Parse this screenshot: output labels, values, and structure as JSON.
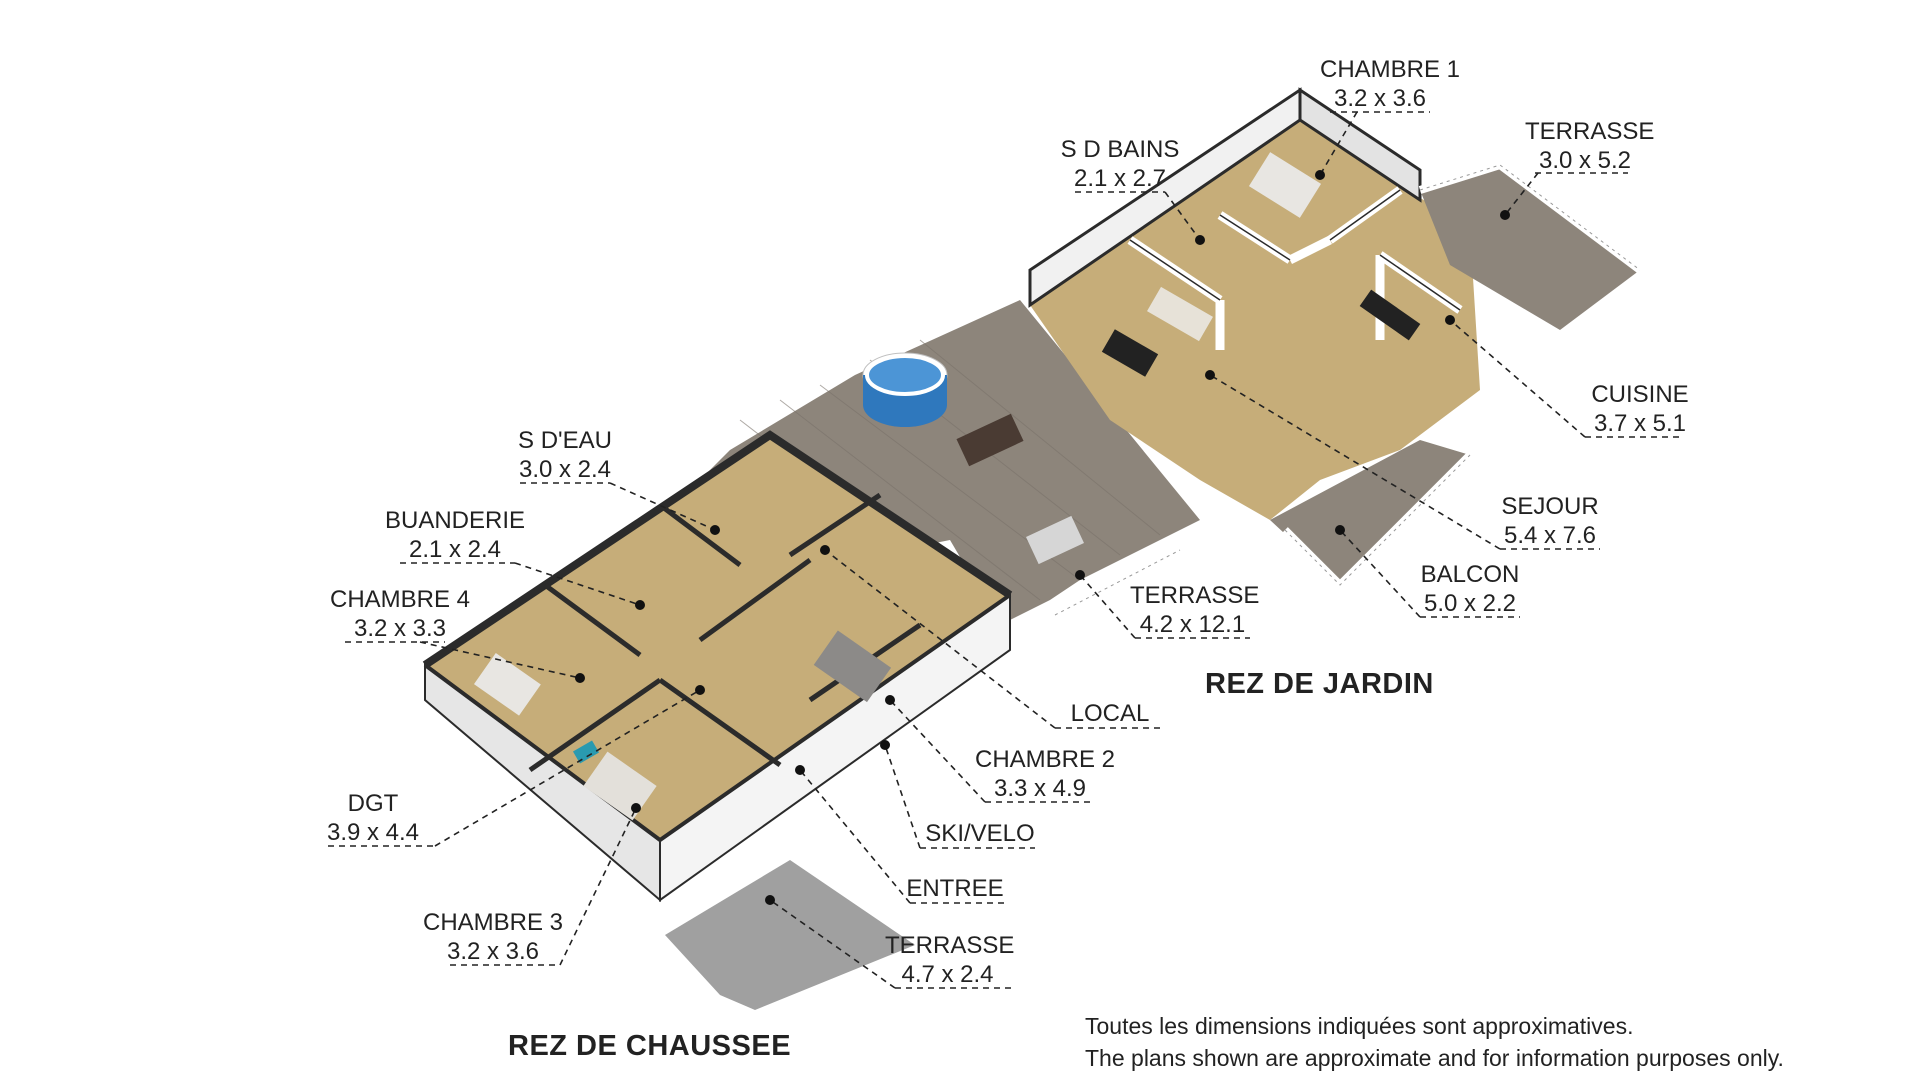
{
  "colors": {
    "wall": "#f3f3f3",
    "wall_side": "#d9d9d9",
    "wall_top": "#2b2b2b",
    "floor_wood": "#c9b27f",
    "deck": "#8a8178",
    "terrace_floor": "#9a9a9a",
    "pool": "#3a7fc1",
    "leader": "#222222"
  },
  "sections": [
    {
      "id": "rez-de-jardin",
      "label": "REZ DE JARDIN"
    },
    {
      "id": "rez-de-chaussee",
      "label": "REZ DE CHAUSSEE"
    }
  ],
  "rooms": [
    {
      "id": "chambre-1",
      "name": "CHAMBRE 1",
      "dims": "3.2 x 3.6"
    },
    {
      "id": "terrasse-jardin",
      "name": "TERRASSE",
      "dims": "3.0 x 5.2"
    },
    {
      "id": "s-d-bains",
      "name": "S D BAINS",
      "dims": "2.1 x 2.7"
    },
    {
      "id": "cuisine",
      "name": "CUISINE",
      "dims": "3.7 x 5.1"
    },
    {
      "id": "sejour",
      "name": "SEJOUR",
      "dims": "5.4 x 7.6"
    },
    {
      "id": "balcon",
      "name": "BALCON",
      "dims": "5.0 x 2.2"
    },
    {
      "id": "terrasse-large",
      "name": "TERRASSE",
      "dims": "4.2 x 12.1"
    },
    {
      "id": "s-d-eau",
      "name": "S D'EAU",
      "dims": "3.0 x 2.4"
    },
    {
      "id": "buanderie",
      "name": "BUANDERIE",
      "dims": "2.1 x 2.4"
    },
    {
      "id": "chambre-4",
      "name": "CHAMBRE 4",
      "dims": "3.2 x 3.3"
    },
    {
      "id": "local",
      "name": "LOCAL",
      "dims": ""
    },
    {
      "id": "chambre-2",
      "name": "CHAMBRE 2",
      "dims": "3.3 x 4.9"
    },
    {
      "id": "dgt",
      "name": "DGT",
      "dims": "3.9 x 4.4"
    },
    {
      "id": "ski-velo",
      "name": "SKI/VELO",
      "dims": ""
    },
    {
      "id": "entree",
      "name": "ENTREE",
      "dims": ""
    },
    {
      "id": "chambre-3",
      "name": "CHAMBRE 3",
      "dims": "3.2 x 3.6"
    },
    {
      "id": "terrasse-rdc",
      "name": "TERRASSE",
      "dims": "4.7 x 2.4"
    }
  ],
  "disclaimer": {
    "line_fr": "Toutes les dimensions indiquées sont approximatives.",
    "line_en": "The plans shown are approximate and for information purposes only."
  }
}
